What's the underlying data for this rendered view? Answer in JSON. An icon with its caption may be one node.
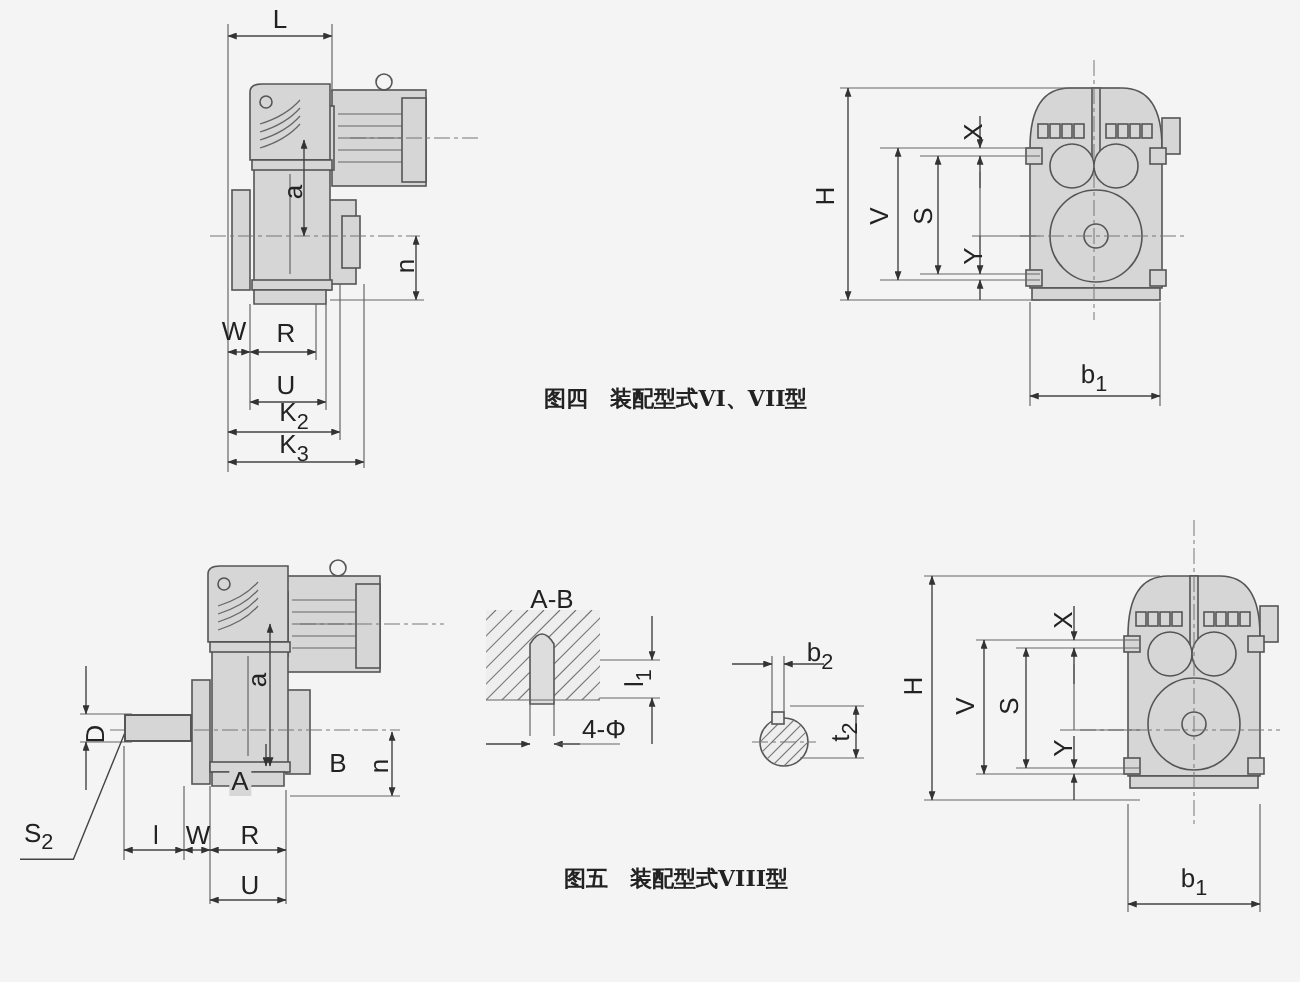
{
  "diagram": {
    "nodes": [
      {
        "text": [
          "S$_{2}$"
        ]
      },
      {
        "text": [],
        "shape": "bar"
      }
    ],
    "edges": [
      {
        "from": 0,
        "to": 1,
        "arrow": "none"
      }
    ],
    "labels": [
      "L",
      "a",
      "n",
      "W",
      "R",
      "U",
      "K$_{2}$",
      "K$_{3}$",
      "H",
      "X",
      "V",
      "S",
      "Y",
      "b$_{1}$",
      "图四　装配型式VI、VII型",
      "A-B",
      "H",
      "X",
      "V",
      "S",
      "b$_{2}$",
      "l$_{1}$",
      "D",
      "a",
      "B",
      "n",
      "A",
      "4-Φ",
      "Y",
      "t$_{2}$",
      "l",
      "W",
      "R",
      "U",
      "图五　装配型式VIII型",
      "b$_{1}$"
    ]
  }
}
